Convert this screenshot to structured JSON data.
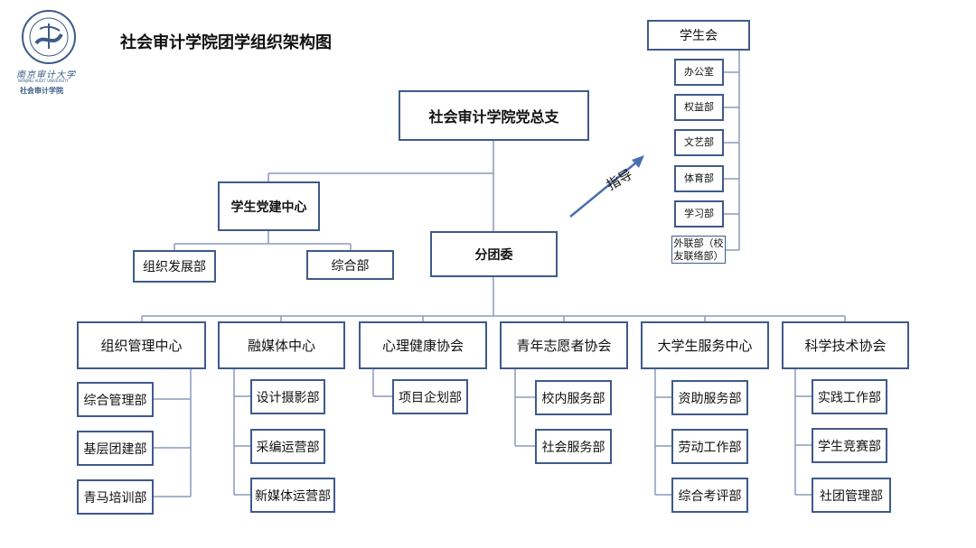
{
  "title": "社会审计学院团学组织架构图",
  "logo": {
    "name_cn": "南京审计大学",
    "name_en": "NANJING AUDIT UNIVERSITY",
    "college": "社会审计学院"
  },
  "root": "社会审计学院党总支",
  "party_center": {
    "name": "学生党建中心",
    "subs": [
      "组织发展部",
      "综合部"
    ]
  },
  "branch": "分团委",
  "guide": "指导",
  "student_union": {
    "name": "学生会",
    "depts": [
      "办公室",
      "权益部",
      "文艺部",
      "体育部",
      "学习部",
      "外联部（校友联络部）"
    ]
  },
  "centers": [
    {
      "name": "组织管理中心",
      "subs": [
        "综合管理部",
        "基层团建部",
        "青马培训部"
      ]
    },
    {
      "name": "融媒体中心",
      "subs": [
        "设计摄影部",
        "采编运营部",
        "新媒体运营部"
      ]
    },
    {
      "name": "心理健康协会",
      "subs": [
        "项目企划部"
      ]
    },
    {
      "name": "青年志愿者协会",
      "subs": [
        "校内服务部",
        "社会服务部"
      ]
    },
    {
      "name": "大学生服务中心",
      "subs": [
        "资助服务部",
        "劳动工作部",
        "综合考评部"
      ]
    },
    {
      "name": "科学技术协会",
      "subs": [
        "实践工作部",
        "学生竞赛部",
        "社团管理部"
      ]
    }
  ]
}
